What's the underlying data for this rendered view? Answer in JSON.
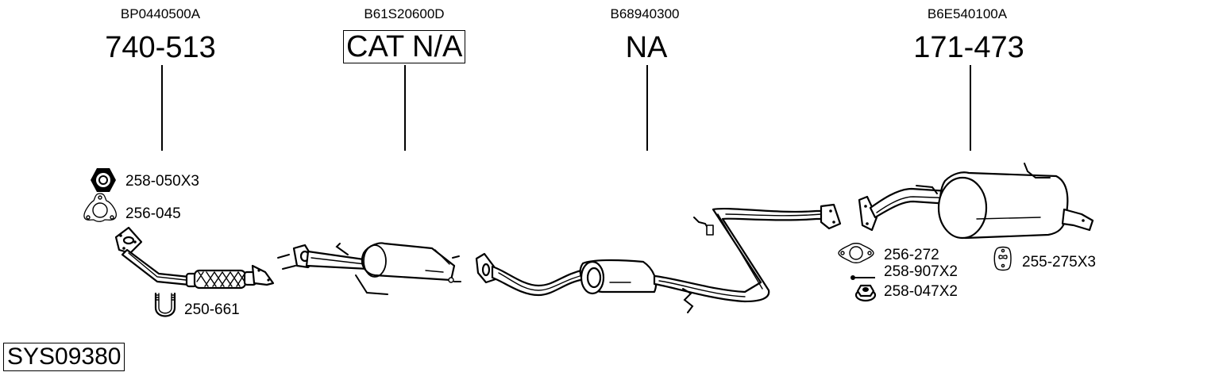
{
  "diagram": {
    "system_code": "SYS09380",
    "line_color": "#000000",
    "background": "#ffffff",
    "sections": [
      {
        "oe_number": "BP0440500A",
        "part_number": "740-513",
        "boxed": false,
        "component": "front-pipe"
      },
      {
        "oe_number": "B61S20600D",
        "part_number": "CAT N/A",
        "boxed": true,
        "component": "catalytic-converter"
      },
      {
        "oe_number": "B68940300",
        "part_number": "NA",
        "boxed": false,
        "component": "centre-silencer"
      },
      {
        "oe_number": "B6E540100A",
        "part_number": "171-473",
        "boxed": false,
        "component": "rear-silencer"
      }
    ],
    "accessories": [
      {
        "code": "258-050X3",
        "icon": "hex-nut-icon"
      },
      {
        "code": "256-045",
        "icon": "three-hole-gasket-icon"
      },
      {
        "code": "250-661",
        "icon": "u-bolt-clamp-icon"
      },
      {
        "code": "256-272",
        "icon": "two-hole-gasket-icon"
      },
      {
        "code": "258-907X2",
        "icon": "bolt-icon"
      },
      {
        "code": "258-047X2",
        "icon": "flange-nut-icon"
      },
      {
        "code": "255-275X3",
        "icon": "rubber-hanger-icon"
      }
    ]
  }
}
